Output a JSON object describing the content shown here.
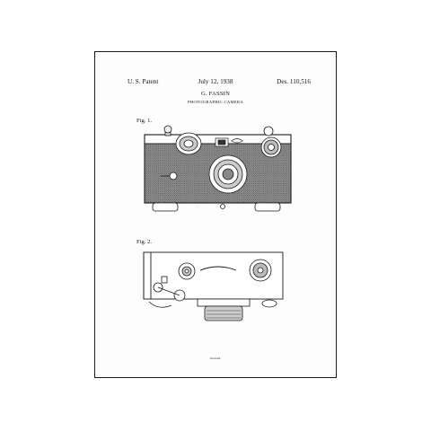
{
  "header": {
    "patent_label": "U. S. Patent",
    "date": "July 12, 1938",
    "design_number": "Des. 110,516"
  },
  "inventor": "G. FASSIN",
  "title": "PHOTOGRAPHIC CAMERA",
  "figures": [
    {
      "label": "Fig. 1."
    },
    {
      "label": "Fig. 2."
    }
  ],
  "signature": "Inventor",
  "colors": {
    "ink": "#1a1a1a",
    "paper": "#fdfdfd",
    "body_fill": "#8a8a8a"
  }
}
